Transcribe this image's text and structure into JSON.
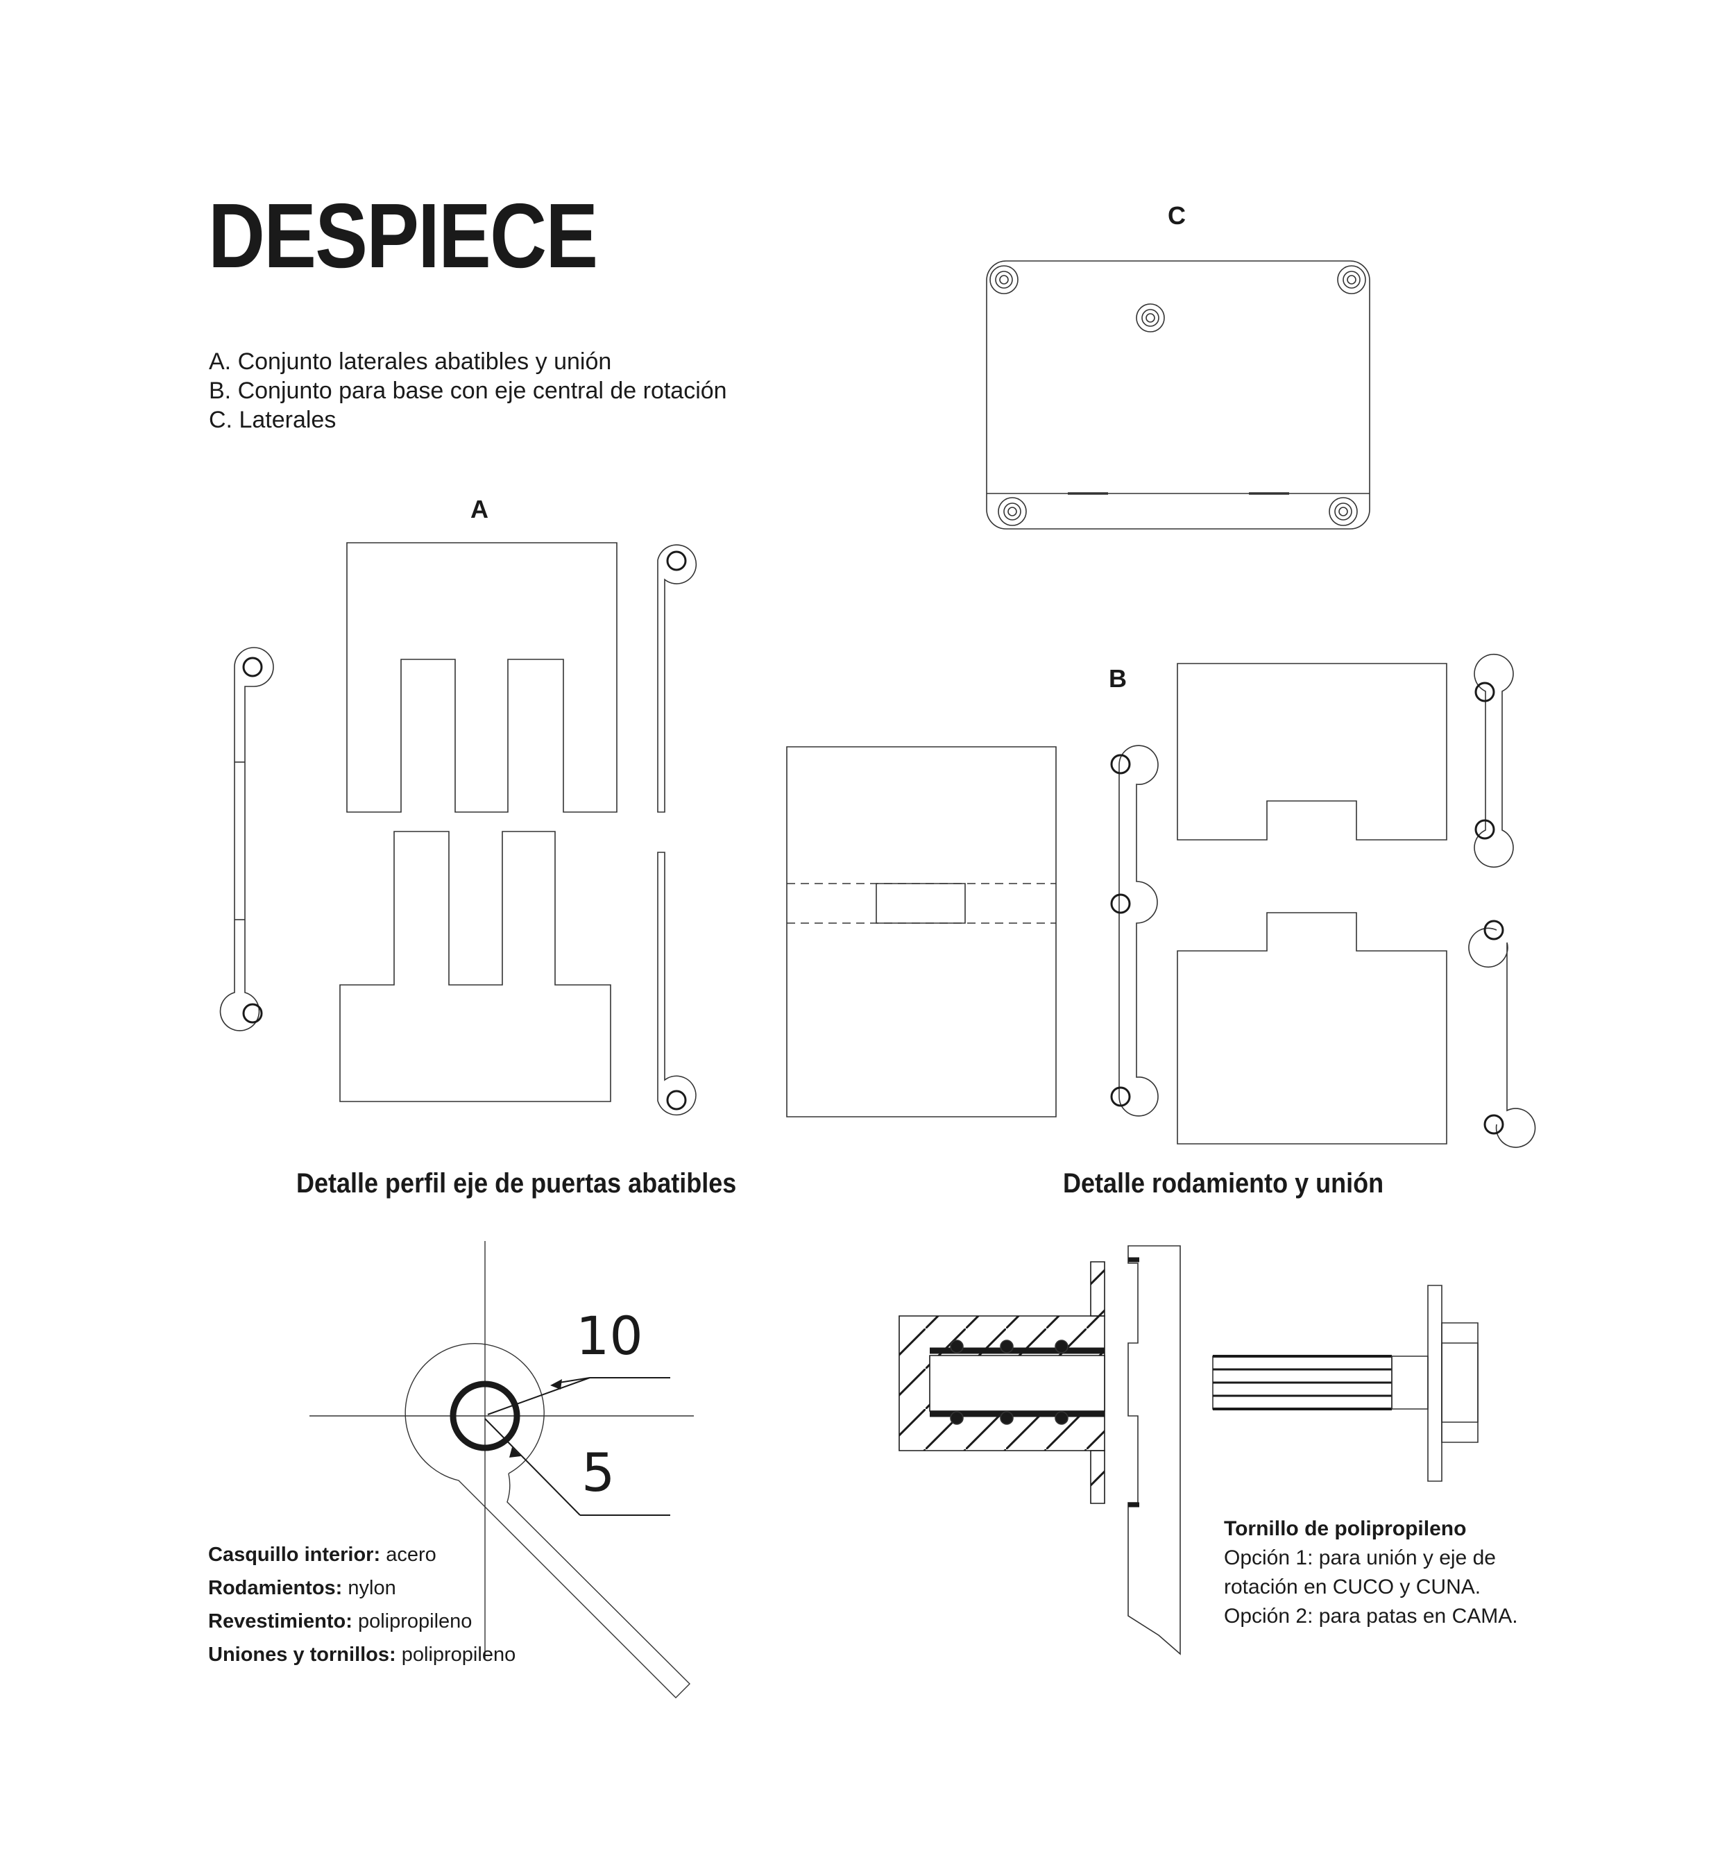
{
  "title": "DESPIECE",
  "legend": [
    "A. Conjunto laterales abatibles y unión",
    "B. Conjunto para base con eje central de rotación",
    "C. Laterales"
  ],
  "part_labels": {
    "a": "A",
    "b": "B",
    "c": "C"
  },
  "detail_hinge": {
    "title": "Detalle perfil eje de puertas abatibles",
    "dim_outer": "10",
    "dim_inner": "5",
    "materials": [
      {
        "label": "Casquillo interior:",
        "value": " acero"
      },
      {
        "label": "Rodamientos:",
        "value": " nylon"
      },
      {
        "label": "Revestimiento:",
        "value": " polipropileno"
      },
      {
        "label": "Uniones y tornillos:",
        "value": " polipropileno"
      }
    ]
  },
  "detail_bearing": {
    "title": "Detalle rodamiento y unión",
    "screw_title": "Tornillo de polipropileno",
    "options": [
      {
        "label": "Opción 1:",
        "text": " para unión y eje de"
      },
      {
        "label": "",
        "text": "rotación en CUCO y CUNA."
      },
      {
        "label": "Opción 2:",
        "text": " para patas en CAMA."
      }
    ]
  }
}
